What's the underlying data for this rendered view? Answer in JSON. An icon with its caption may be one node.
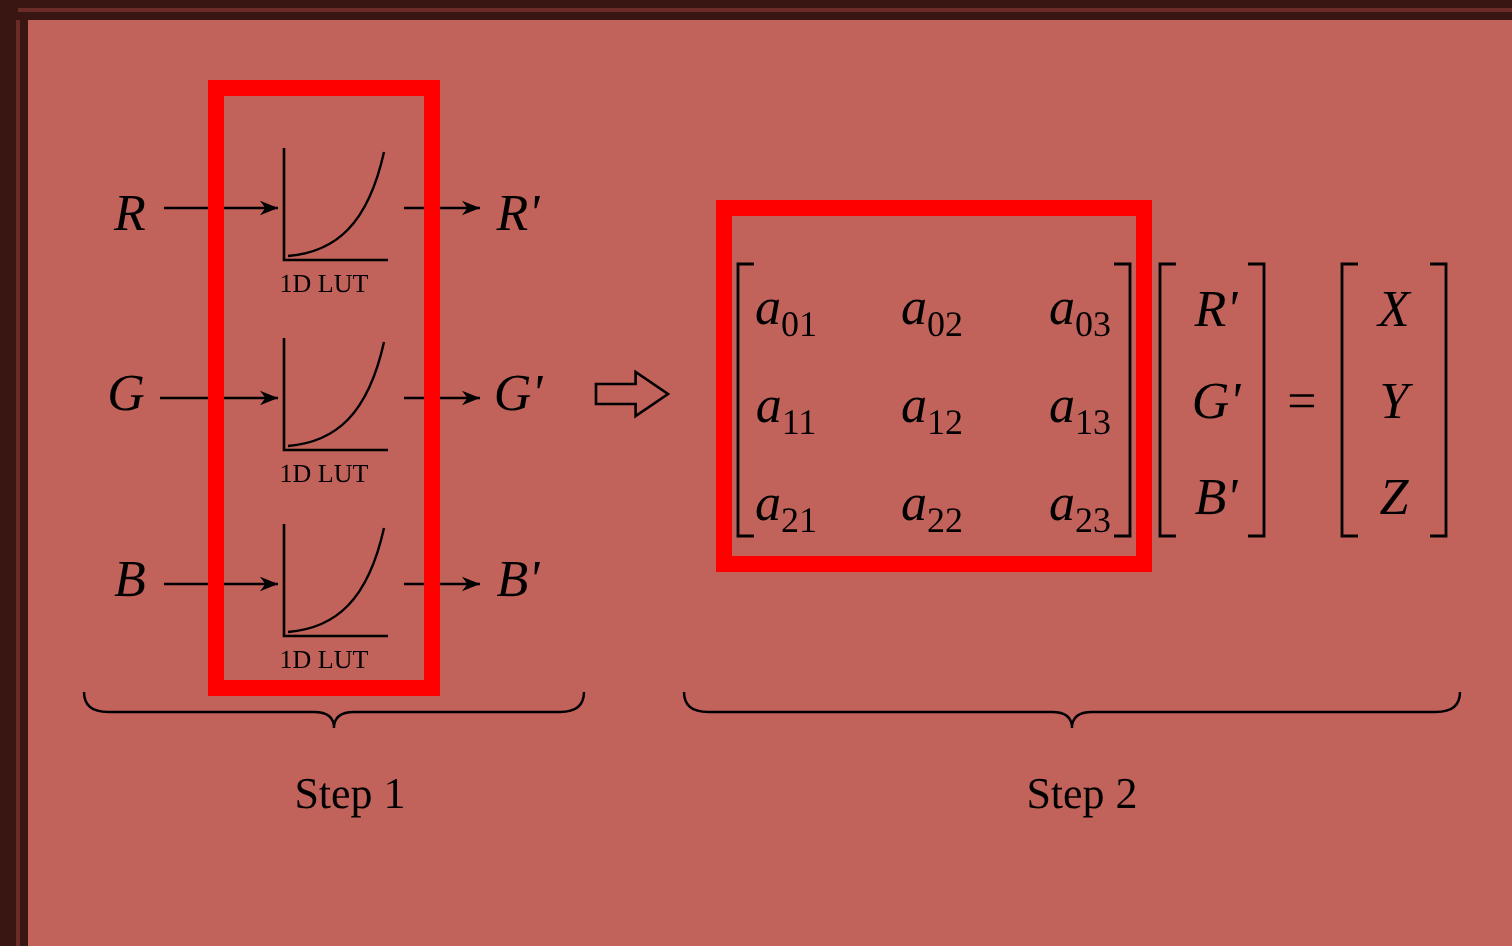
{
  "diagram": {
    "nodes": [
      {
        "text": [
          "R"
        ]
      },
      {
        "text": [
          "G"
        ]
      },
      {
        "text": [
          "B"
        ]
      },
      {
        "text": [],
        "shape": "box"
      },
      {
        "text": [
          "1D LUT"
        ],
        "in": 3
      },
      {
        "text": [
          "1D LUT"
        ],
        "in": 3
      },
      {
        "text": [
          "1D LUT"
        ],
        "in": 3
      },
      {
        "text": [
          "R'"
        ]
      },
      {
        "text": [
          "G'"
        ]
      },
      {
        "text": [
          "B'"
        ]
      },
      {
        "text": [],
        "shape": "box"
      }
    ],
    "edges": [
      {
        "from": 0,
        "to": 4,
        "arrow": "to"
      },
      {
        "from": 4,
        "to": 7,
        "arrow": "to"
      },
      {
        "from": 1,
        "to": 5,
        "arrow": "to"
      },
      {
        "from": 5,
        "to": 8,
        "arrow": "to"
      },
      {
        "from": 2,
        "to": 6,
        "arrow": "to"
      },
      {
        "from": 6,
        "to": 9,
        "arrow": "to"
      },
      {
        "from": 8,
        "to": 10,
        "arrow": "to",
        "style": "thick"
      }
    ],
    "labels": [
      "a$_{01}$",
      "a$_{02}$",
      "a$_{03}$",
      "R'",
      "=",
      "X",
      "a$_{11}$",
      "a$_{12}$",
      "a$_{13}$",
      "G'",
      "Y",
      "a$_{21}$",
      "a$_{22}$",
      "a$_{23}$",
      "B'",
      "Z",
      "Step 1",
      "Step 2"
    ]
  }
}
